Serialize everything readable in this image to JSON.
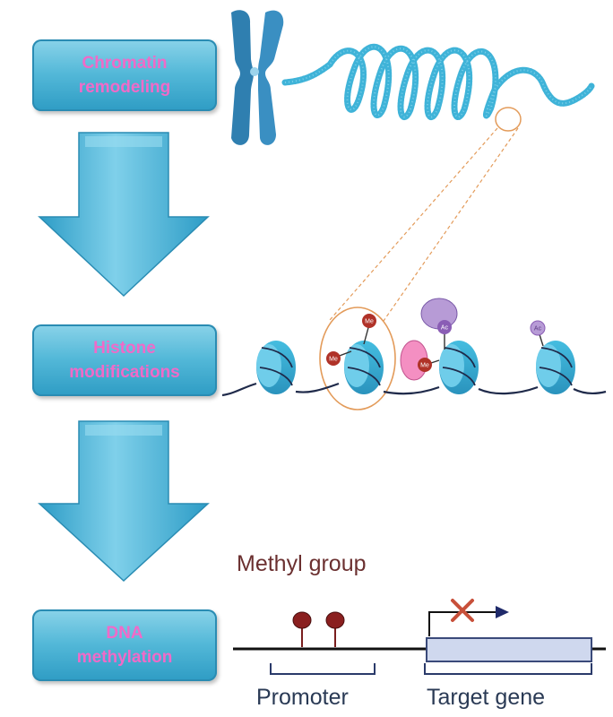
{
  "stages": {
    "chromatin": {
      "line1": "Chromatin",
      "line2": "remodeling"
    },
    "histone": {
      "line1": "Histone",
      "line2": "modifications"
    },
    "dna": {
      "line1": "DNA",
      "line2": "methylation"
    }
  },
  "histone_marks": {
    "methyl": "Me",
    "acetyl": "Ac"
  },
  "dna_panel": {
    "methyl_group_label": "Methyl group",
    "promoter_label": "Promoter",
    "target_gene_label": "Target gene"
  },
  "colors": {
    "stage_box": "#53b8d8",
    "stage_text": "#f06ac8",
    "chromosome": "#2f7fb0",
    "chromatin_fiber": "#3fb3d8",
    "nucleosome": "#33a9cf",
    "methyl_mark": "#b03228",
    "acetyl_mark": "#8a5db5",
    "pink_enzyme": "#f48fc2",
    "purple_enzyme": "#b79bd6",
    "zoom_outline": "#e39b5a",
    "block_cross": "#c8503a"
  }
}
